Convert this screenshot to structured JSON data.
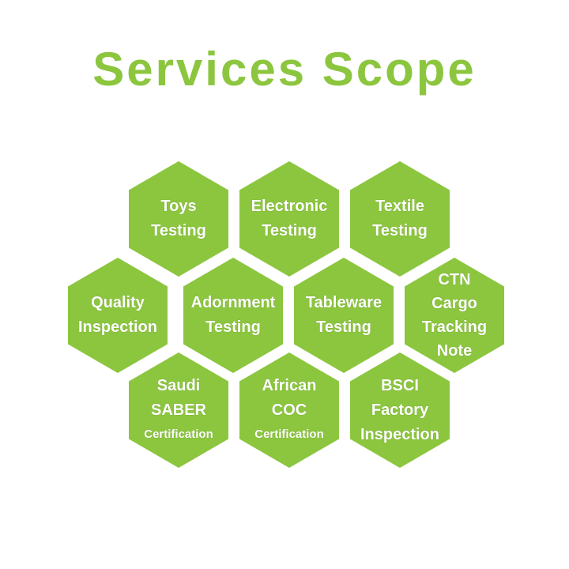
{
  "title": "Services Scope",
  "hexagons": {
    "toys": [
      "Toys",
      "Testing"
    ],
    "electronic": [
      "Electronic",
      "Testing"
    ],
    "textile": [
      "Textile",
      "Testing"
    ],
    "quality": [
      "Quality",
      "Inspection"
    ],
    "adornment": [
      "Adornment",
      "Testing"
    ],
    "tableware": [
      "Tableware",
      "Testing"
    ],
    "ctn": [
      "CTN",
      "Cargo",
      "Tracking",
      "Note"
    ],
    "saber": [
      "Saudi",
      "SABER",
      "Certification"
    ],
    "coc": [
      "African",
      "COC",
      "Certification"
    ],
    "bsci": [
      "BSCI",
      "Factory",
      "Inspection"
    ]
  },
  "colors": {
    "hex_fill": "#8cc63f",
    "title": "#8cc63f",
    "text": "#ffffff",
    "background": "#ffffff"
  }
}
